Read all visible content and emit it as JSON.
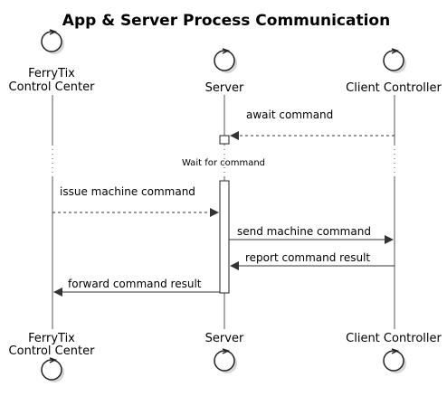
{
  "diagram": {
    "title": "App & Server Process Communication",
    "participants": [
      {
        "id": "fct",
        "line1": "FerryTix",
        "line2": "Control Center"
      },
      {
        "id": "server",
        "line1": "Server",
        "line2": ""
      },
      {
        "id": "client",
        "line1": "Client Controller",
        "line2": ""
      }
    ],
    "messages": [
      {
        "id": "m1",
        "from": "client",
        "to": "server",
        "style": "dashed",
        "label": "await command"
      },
      {
        "id": "m2",
        "from": "fct",
        "to": "server",
        "style": "dashed",
        "label": "issue machine command"
      },
      {
        "id": "m3",
        "from": "server",
        "to": "client",
        "style": "solid",
        "label": "send machine command"
      },
      {
        "id": "m4",
        "from": "client",
        "to": "server",
        "style": "solid",
        "label": "report command result"
      },
      {
        "id": "m5",
        "from": "server",
        "to": "fct",
        "style": "solid",
        "label": "forward command result"
      }
    ],
    "divider": {
      "label": "Wait for command"
    }
  }
}
